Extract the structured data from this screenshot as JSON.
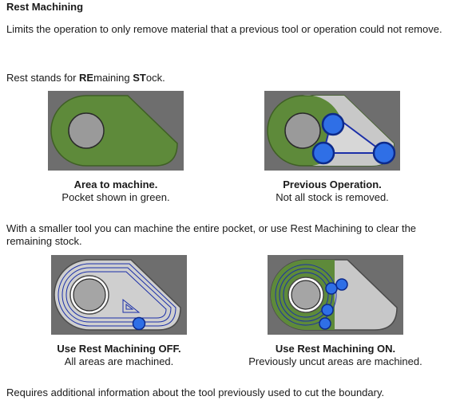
{
  "title": "Rest Machining",
  "intro": "Limits the operation to only remove material that a previous tool or operation could not remove.",
  "acronym": {
    "prefix": "Rest stands for ",
    "part1_bold": "RE",
    "part1_rest": "maining ",
    "part2_bold": "ST",
    "part2_rest": "ock."
  },
  "figures": [
    {
      "heading": "Area to machine.",
      "subtext": "Pocket shown in green."
    },
    {
      "heading": "Previous Operation.",
      "subtext": "Not all stock is removed."
    },
    {
      "heading": "Use Rest Machining OFF.",
      "subtext": "All areas are machined."
    },
    {
      "heading": "Use Rest Machining ON.",
      "subtext": "Previously uncut areas are machined."
    }
  ],
  "smaller_tool_text": "With a smaller tool you can machine the entire pocket, or use Rest Machining to clear the remaining stock.",
  "footer": "Requires additional information about the tool previously used to cut the boundary.",
  "colors": {
    "pocket_green": "#5e8a3a",
    "stock_grey": "#c8c8c8",
    "tool_blue": "#2f6fe6",
    "toolpath_blue": "#1b2fa8",
    "figure_bg": "#6e6e6e"
  }
}
